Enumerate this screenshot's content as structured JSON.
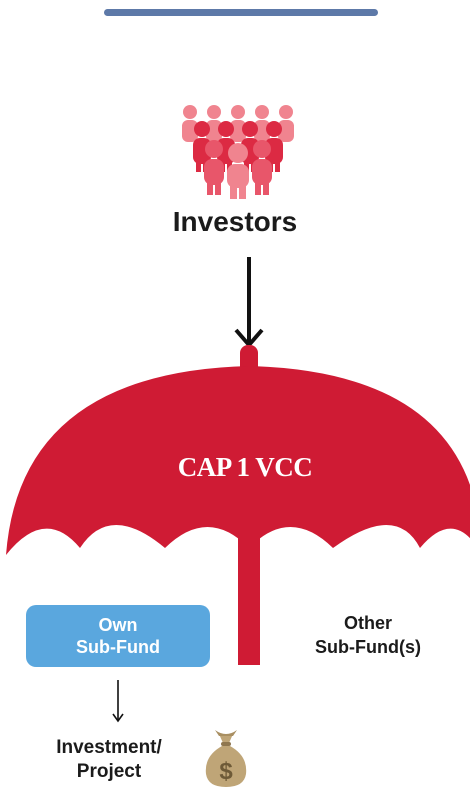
{
  "investors_label": "Investors",
  "umbrella": {
    "title": "CAP 1 VCC"
  },
  "own_fund": {
    "line1": "Own",
    "line2": "Sub-Fund"
  },
  "other_fund": {
    "line1": "Other",
    "line2": "Sub-Fund(s)"
  },
  "investment": {
    "line1": "Investment/",
    "line2": "Project"
  },
  "icons": [
    "investors-group-icon",
    "money-bag-icon",
    "umbrella-icon",
    "down-arrow-icon"
  ],
  "colors": {
    "umbrella_red": "#cf1b34",
    "investor_dark": "#dc2a43",
    "investor_light": "#f0848f",
    "own_box_blue": "#5aa7de",
    "top_bar": "#5d79a8",
    "money_bag": "#bfa577"
  }
}
